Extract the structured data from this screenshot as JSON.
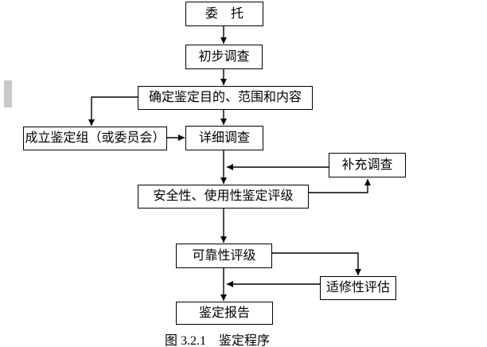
{
  "diagram": {
    "caption": "图 3.2.1　鉴定程序",
    "nodes": [
      {
        "id": "entrust",
        "label": "委　托"
      },
      {
        "id": "preliminary-survey",
        "label": "初步调查"
      },
      {
        "id": "determine-purpose-scope",
        "label": "确定鉴定目的、范围和内容"
      },
      {
        "id": "establish-appraisal-group",
        "label": "成立鉴定组（或委员会）"
      },
      {
        "id": "detailed-survey",
        "label": "详细调查"
      },
      {
        "id": "supplementary-survey",
        "label": "补充调查"
      },
      {
        "id": "safety-serviceability-rating",
        "label": "安全性、使用性鉴定评级"
      },
      {
        "id": "reliability-rating",
        "label": "可靠性评级"
      },
      {
        "id": "repairability-assessment",
        "label": "适修性评估"
      },
      {
        "id": "appraisal-report",
        "label": "鉴定报告"
      }
    ],
    "edges": [
      {
        "from": "entrust",
        "to": "preliminary-survey"
      },
      {
        "from": "preliminary-survey",
        "to": "determine-purpose-scope"
      },
      {
        "from": "determine-purpose-scope",
        "to": "establish-appraisal-group"
      },
      {
        "from": "establish-appraisal-group",
        "to": "detailed-survey"
      },
      {
        "from": "determine-purpose-scope",
        "to": "detailed-survey"
      },
      {
        "from": "detailed-survey",
        "to": "safety-serviceability-rating"
      },
      {
        "from": "supplementary-survey",
        "to": "detailed-survey-link"
      },
      {
        "from": "safety-serviceability-rating",
        "to": "supplementary-survey"
      },
      {
        "from": "safety-serviceability-rating",
        "to": "reliability-rating"
      },
      {
        "from": "reliability-rating",
        "to": "repairability-assessment"
      },
      {
        "from": "repairability-assessment",
        "to": "reliability-report-link"
      },
      {
        "from": "reliability-rating",
        "to": "appraisal-report"
      }
    ],
    "colors": {
      "line": "#000000",
      "box_fill": "#ffffff",
      "background": "#ffffff",
      "left_marker": "#c9c9c9"
    }
  }
}
